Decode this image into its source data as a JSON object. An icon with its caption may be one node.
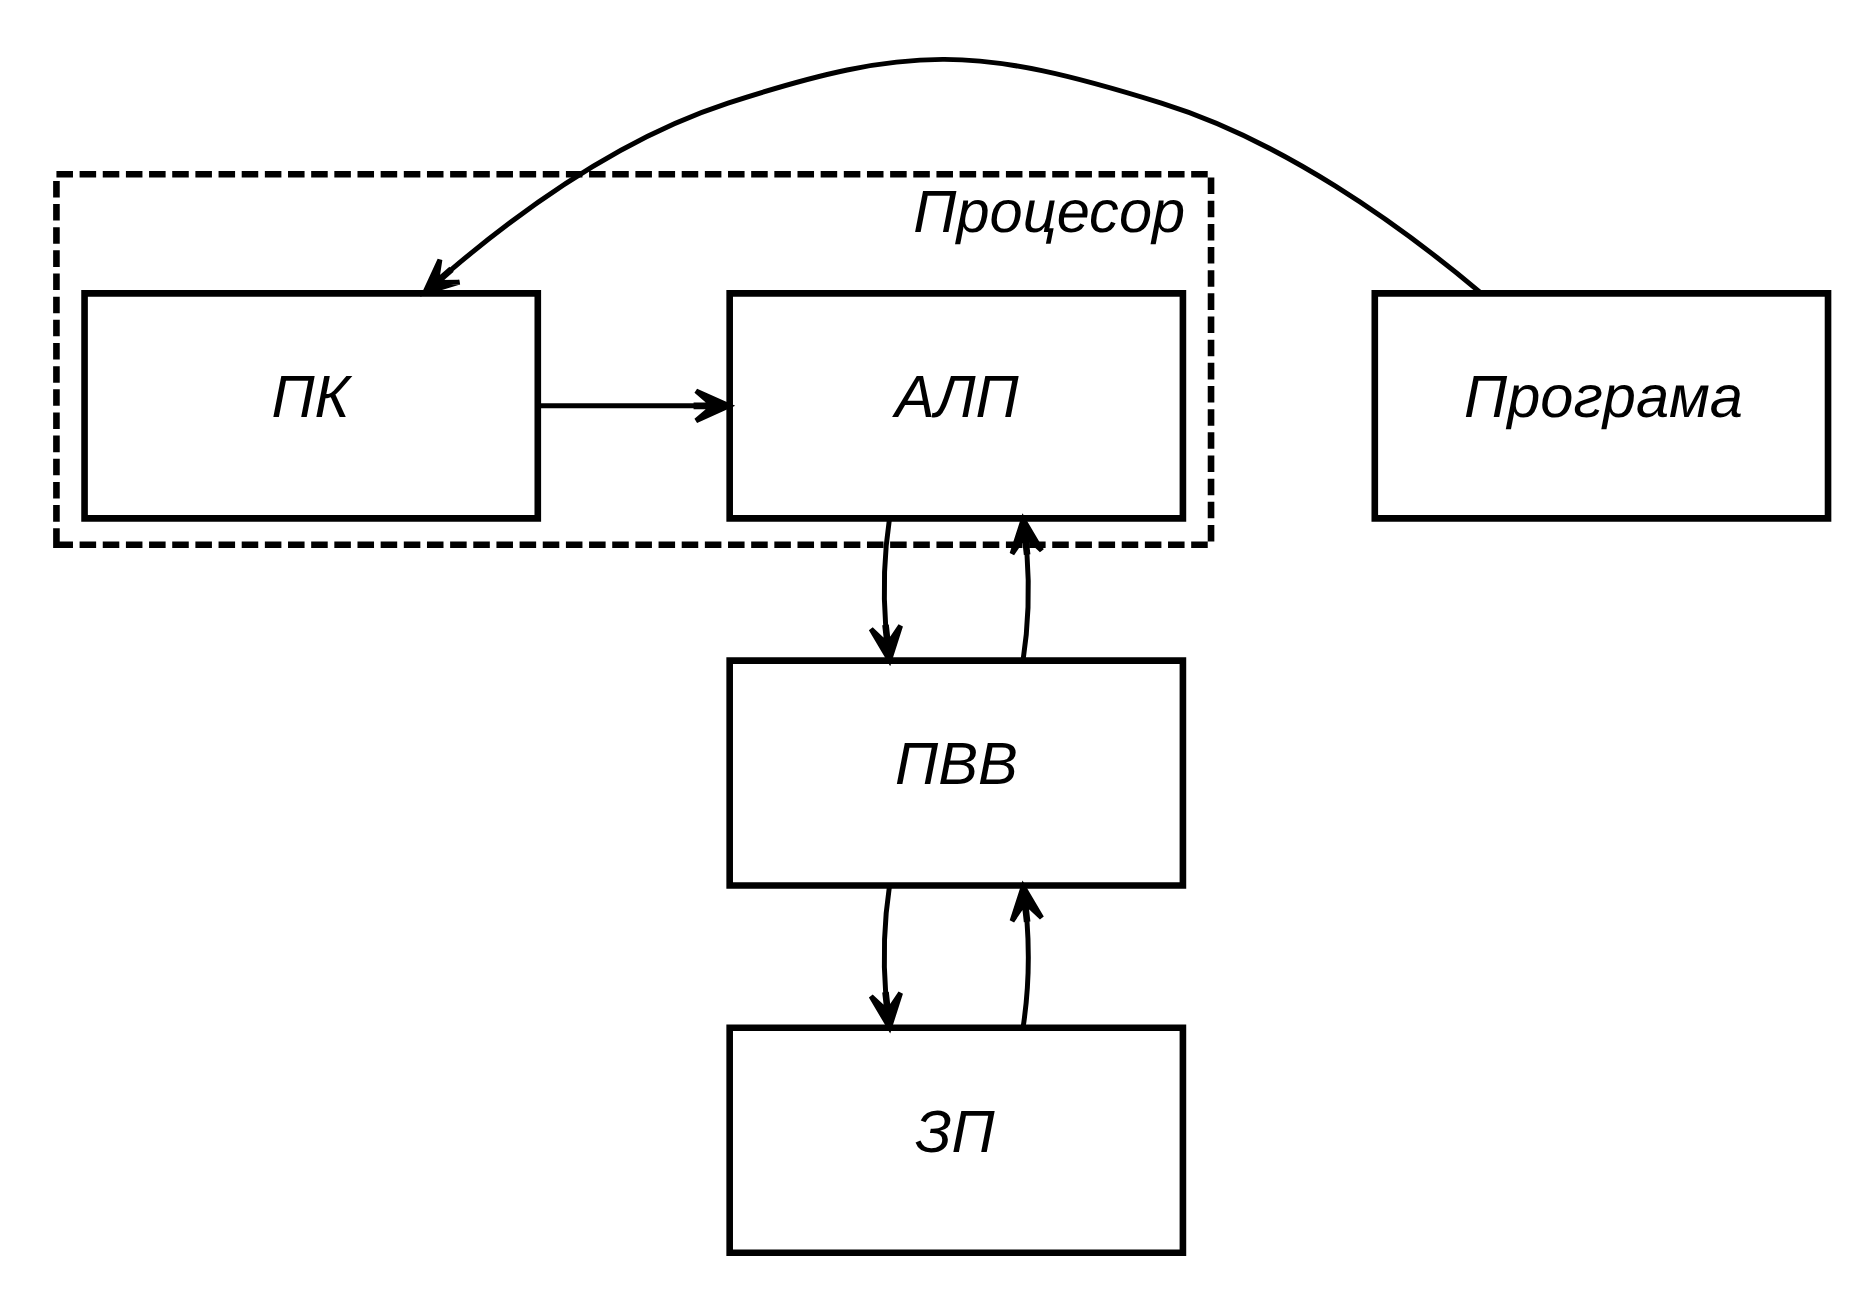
{
  "diagram": {
    "nodes": [
      {
        "text": [
          "Процесор"
        ]
      },
      {
        "text": [
          "АЛП"
        ],
        "in": 0
      },
      {
        "text": [
          "ПК"
        ],
        "in": 0
      },
      {
        "text": [
          "Програма"
        ]
      },
      {
        "text": [
          "ПВВ"
        ]
      },
      {
        "text": [
          "ЗП"
        ]
      }
    ],
    "edges": [
      {
        "from": 2,
        "to": 1,
        "arrow": "to"
      },
      {
        "from": 3,
        "to": 2,
        "arrow": "to"
      },
      {
        "from": 4,
        "to": 1,
        "arrow": "to"
      },
      {
        "from": 1,
        "to": 4,
        "arrow": "to"
      },
      {
        "from": 5,
        "to": 4,
        "arrow": "to"
      },
      {
        "from": 4,
        "to": 5,
        "arrow": "to"
      }
    ]
  }
}
